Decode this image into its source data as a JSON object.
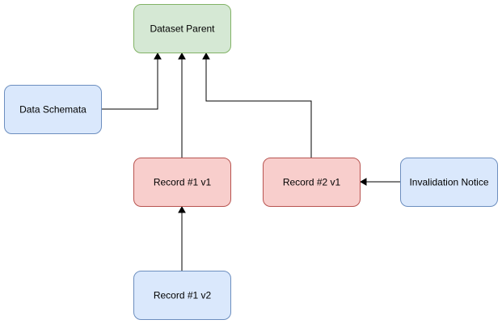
{
  "diagram": {
    "nodes": {
      "dataset_parent": {
        "label": "Dataset Parent",
        "fill": "#d5e8d4",
        "stroke": "#82b366"
      },
      "data_schemata": {
        "label": "Data Schemata",
        "fill": "#dae8fc",
        "stroke": "#6c8ebf"
      },
      "record1_v1": {
        "label": "Record #1 v1",
        "fill": "#f8cecc",
        "stroke": "#b85450"
      },
      "record2_v1": {
        "label": "Record #2 v1",
        "fill": "#f8cecc",
        "stroke": "#b85450"
      },
      "invalidation_notice": {
        "label": "Invalidation Notice",
        "fill": "#dae8fc",
        "stroke": "#6c8ebf"
      },
      "record1_v2": {
        "label": "Record #1 v2",
        "fill": "#dae8fc",
        "stroke": "#6c8ebf"
      }
    },
    "edges": [
      {
        "from": "data_schemata",
        "to": "dataset_parent"
      },
      {
        "from": "record1_v1",
        "to": "dataset_parent"
      },
      {
        "from": "record2_v1",
        "to": "dataset_parent"
      },
      {
        "from": "invalidation_notice",
        "to": "record2_v1"
      },
      {
        "from": "record1_v2",
        "to": "record1_v1"
      }
    ]
  }
}
